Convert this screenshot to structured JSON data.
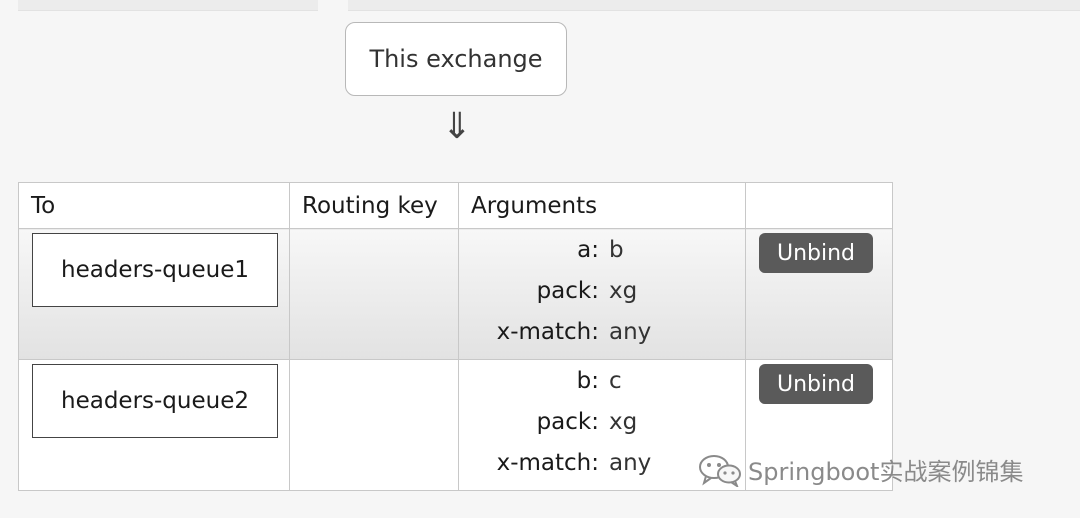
{
  "exchange": {
    "label": "This exchange",
    "arrow": "⇓"
  },
  "table": {
    "headers": {
      "to": "To",
      "routing_key": "Routing key",
      "arguments": "Arguments",
      "actions": ""
    },
    "rows": [
      {
        "queue": "headers-queue1",
        "routing_key": "",
        "arguments": [
          {
            "key": "a:",
            "value": "b"
          },
          {
            "key": "pack:",
            "value": "xg"
          },
          {
            "key": "x-match:",
            "value": "any"
          }
        ],
        "action": "Unbind"
      },
      {
        "queue": "headers-queue2",
        "routing_key": "",
        "arguments": [
          {
            "key": "b:",
            "value": "c"
          },
          {
            "key": "pack:",
            "value": "xg"
          },
          {
            "key": "x-match:",
            "value": "any"
          }
        ],
        "action": "Unbind"
      }
    ]
  },
  "watermark": {
    "text": "Springboot实战案例锦集",
    "icon": "wechat-icon"
  },
  "colors": {
    "button_bg": "#5a5a5a",
    "row_highlight": "#e2e2e2",
    "border": "#c8c8c8"
  }
}
